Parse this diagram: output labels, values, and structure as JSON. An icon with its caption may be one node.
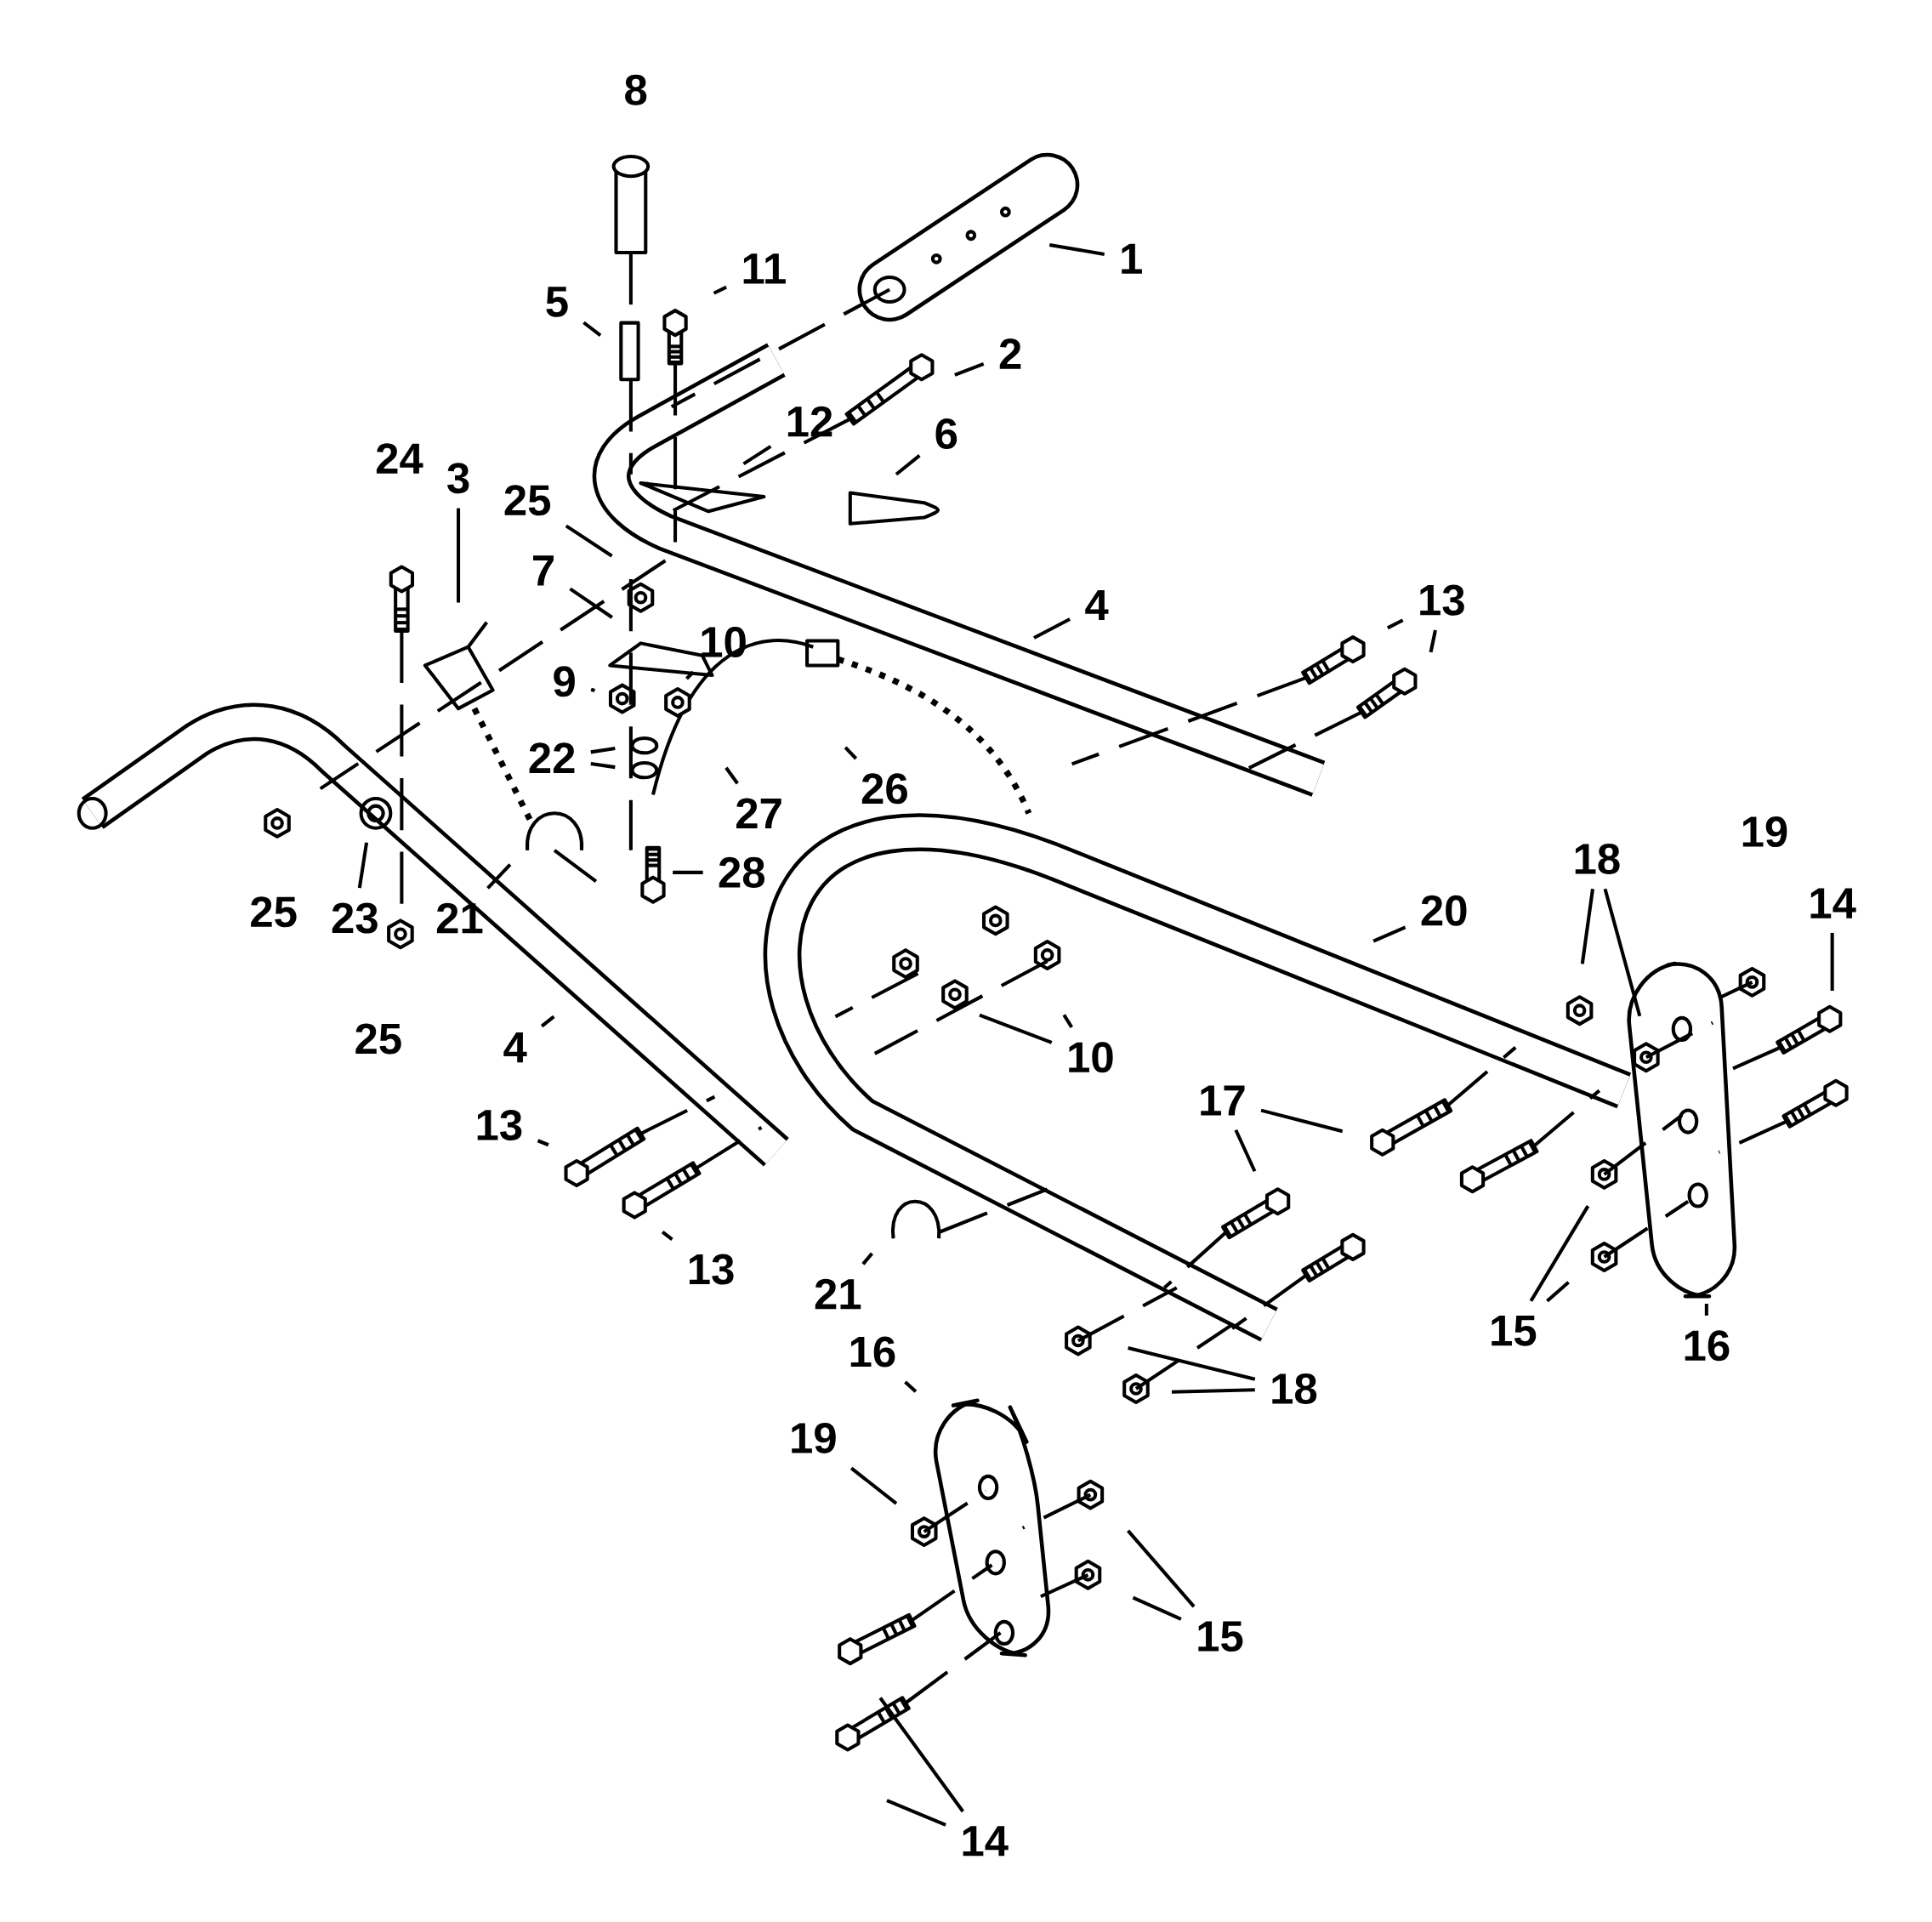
{
  "diagram": {
    "nodes": [
      {
        "text": [
          "1"
        ]
      },
      {
        "text": [
          "11"
        ]
      },
      {
        "text": [
          "5"
        ]
      },
      {
        "text": [
          "2"
        ]
      },
      {
        "text": [
          "12"
        ]
      },
      {
        "text": [
          "6"
        ]
      },
      {
        "text": [
          "3"
        ]
      },
      {
        "text": [
          "25"
        ]
      },
      {
        "text": [
          "7"
        ]
      },
      {
        "text": [
          "13"
        ]
      },
      {
        "text": [
          "4"
        ]
      },
      {
        "text": [
          "10"
        ]
      },
      {
        "text": [
          "9"
        ]
      },
      {
        "text": [
          "22"
        ]
      },
      {
        "text": [
          "26"
        ]
      },
      {
        "text": [
          "27"
        ]
      },
      {
        "text": [
          "28"
        ]
      },
      {
        "text": [
          "18"
        ]
      },
      {
        "text": [
          "14"
        ]
      },
      {
        "text": [
          "20"
        ]
      },
      {
        "text": [
          "23"
        ]
      },
      {
        "text": [
          "21"
        ]
      },
      {
        "text": [
          "4"
        ]
      },
      {
        "text": [
          "10"
        ]
      },
      {
        "text": [
          "17"
        ]
      },
      {
        "text": [
          "13"
        ]
      },
      {
        "text": [
          "13"
        ]
      },
      {
        "text": [
          "21"
        ]
      },
      {
        "text": [
          "15"
        ]
      },
      {
        "text": [
          "16"
        ]
      },
      {
        "text": [
          "16"
        ]
      },
      {
        "text": [
          "18"
        ]
      },
      {
        "text": [
          "19"
        ]
      },
      {
        "text": [
          "15"
        ]
      },
      {
        "text": [
          "14"
        ]
      }
    ],
    "edges": [
      {
        "from": 0,
        "to": null,
        "arrow": "none"
      },
      {
        "from": 1,
        "to": null,
        "arrow": "none"
      },
      {
        "from": 2,
        "to": null,
        "arrow": "none"
      },
      {
        "from": 3,
        "to": null,
        "arrow": "none"
      },
      {
        "from": 4,
        "to": null,
        "arrow": "none"
      },
      {
        "from": 5,
        "to": null,
        "arrow": "none"
      },
      {
        "from": 6,
        "to": null,
        "arrow": "none"
      },
      {
        "from": 7,
        "to": null,
        "arrow": "none"
      },
      {
        "from": 8,
        "to": null,
        "arrow": "none"
      },
      {
        "from": 9,
        "to": null,
        "arrow": "none"
      },
      {
        "from": 9,
        "to": null,
        "arrow": "none"
      },
      {
        "from": 10,
        "to": null,
        "arrow": "none"
      },
      {
        "from": 11,
        "to": null,
        "arrow": "none"
      },
      {
        "from": 12,
        "to": null,
        "arrow": "none"
      },
      {
        "from": 13,
        "to": null,
        "arrow": "none"
      },
      {
        "from": 13,
        "to": null,
        "arrow": "none"
      },
      {
        "from": 14,
        "to": null,
        "arrow": "none"
      },
      {
        "from": 15,
        "to": null,
        "arrow": "none"
      },
      {
        "from": 16,
        "to": null,
        "arrow": "none"
      },
      {
        "from": 17,
        "to": null,
        "arrow": "none"
      },
      {
        "from": 17,
        "to": null,
        "arrow": "none"
      },
      {
        "from": 18,
        "to": null,
        "arrow": "none"
      },
      {
        "from": 19,
        "to": null,
        "arrow": "none"
      },
      {
        "from": 20,
        "to": null,
        "arrow": "none"
      },
      {
        "from": 21,
        "to": null,
        "arrow": "none"
      },
      {
        "from": 22,
        "to": null,
        "arrow": "none"
      },
      {
        "from": 23,
        "to": null,
        "arrow": "none"
      },
      {
        "from": 23,
        "to": null,
        "arrow": "none"
      },
      {
        "from": 24,
        "to": null,
        "arrow": "none"
      },
      {
        "from": 24,
        "to": null,
        "arrow": "none"
      },
      {
        "from": 25,
        "to": null,
        "arrow": "none"
      },
      {
        "from": 26,
        "to": null,
        "arrow": "none"
      },
      {
        "from": 27,
        "to": null,
        "arrow": "none"
      },
      {
        "from": 28,
        "to": null,
        "arrow": "none"
      },
      {
        "from": 28,
        "to": null,
        "arrow": "none"
      },
      {
        "from": 29,
        "to": null,
        "arrow": "none"
      },
      {
        "from": 30,
        "to": null,
        "arrow": "none"
      },
      {
        "from": 31,
        "to": null,
        "arrow": "none"
      },
      {
        "from": 31,
        "to": null,
        "arrow": "none"
      },
      {
        "from": 32,
        "to": null,
        "arrow": "none"
      },
      {
        "from": 33,
        "to": null,
        "arrow": "none"
      },
      {
        "from": 33,
        "to": null,
        "arrow": "none"
      },
      {
        "from": 34,
        "to": null,
        "arrow": "none"
      },
      {
        "from": 34,
        "to": null,
        "arrow": "none"
      }
    ],
    "labels": [
      "8",
      "24",
      "19",
      "25",
      "25"
    ]
  }
}
